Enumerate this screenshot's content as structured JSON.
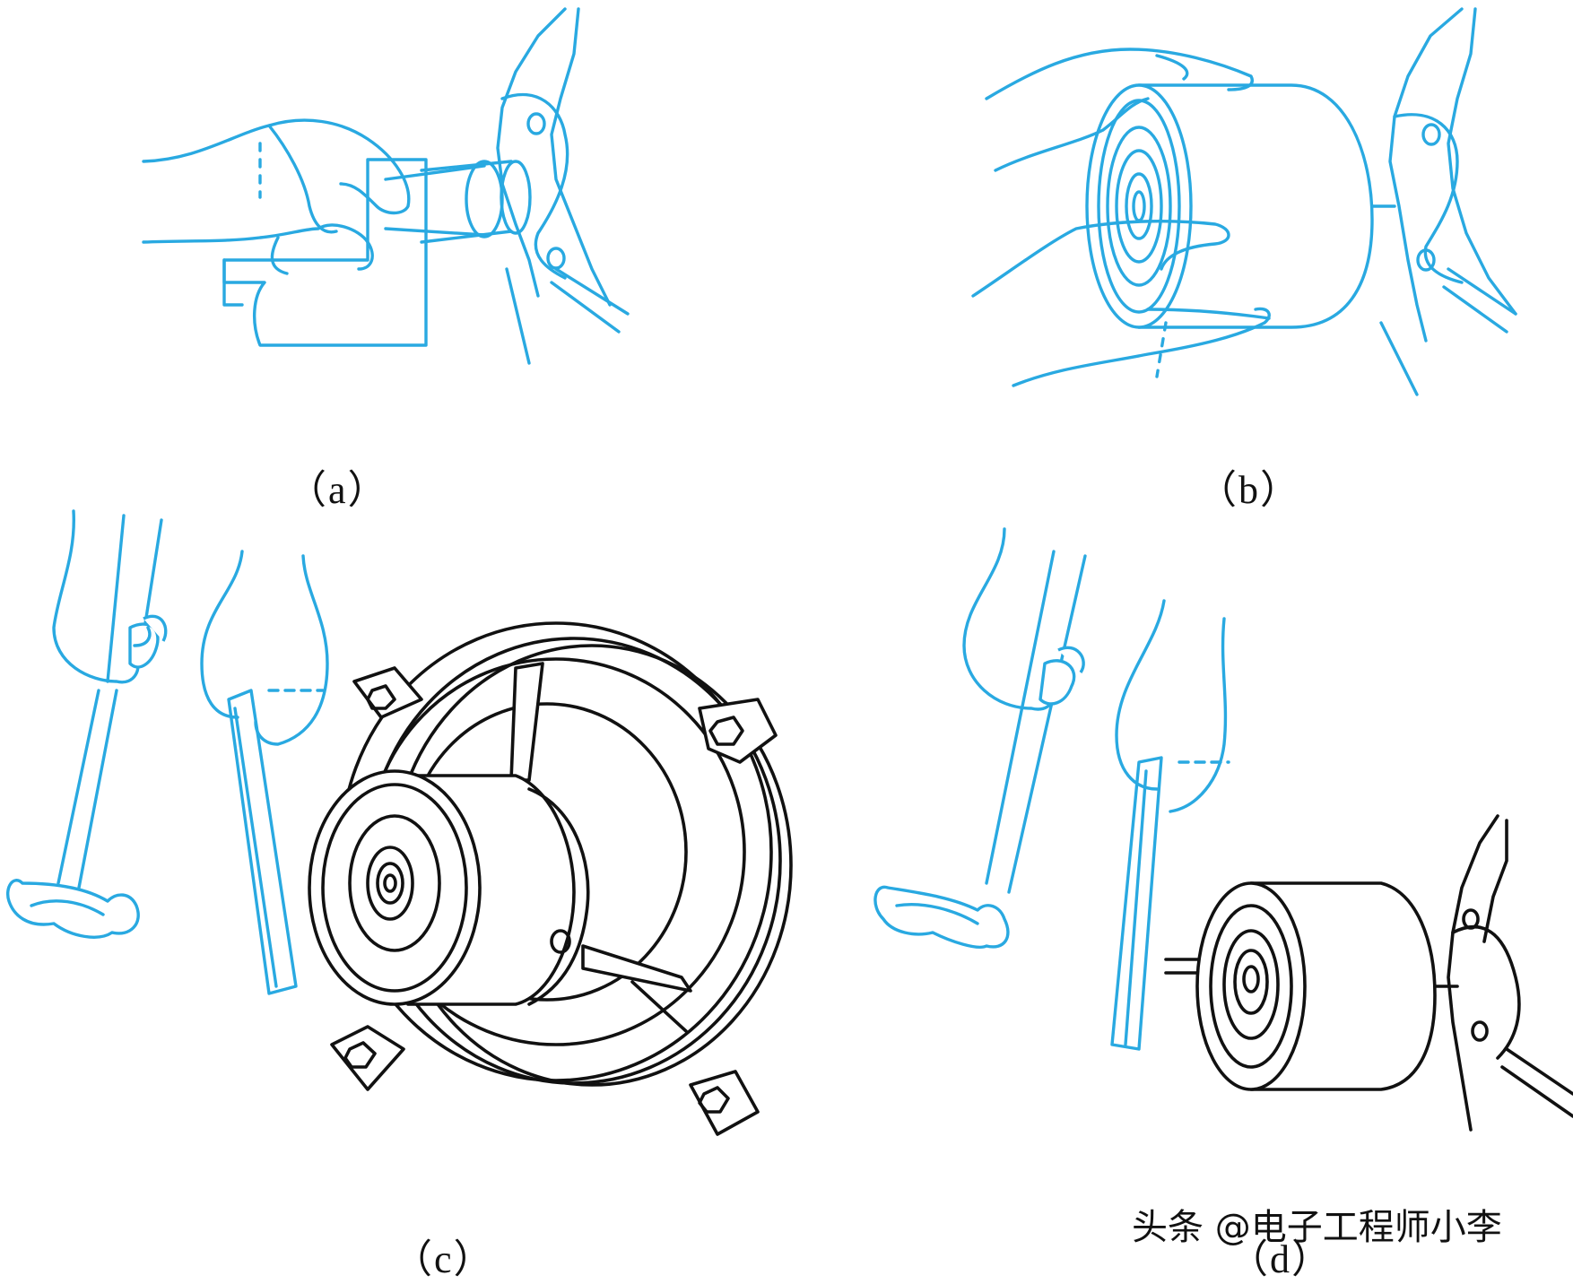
{
  "captions": {
    "a": "（a）",
    "b": "（b）",
    "c": "（c）",
    "d": "（d）"
  },
  "watermark": "头条 @电子工程师小李",
  "colors": {
    "hands_tools": "#29a9e1",
    "machine_parts": "#111111",
    "background": "#ffffff"
  }
}
